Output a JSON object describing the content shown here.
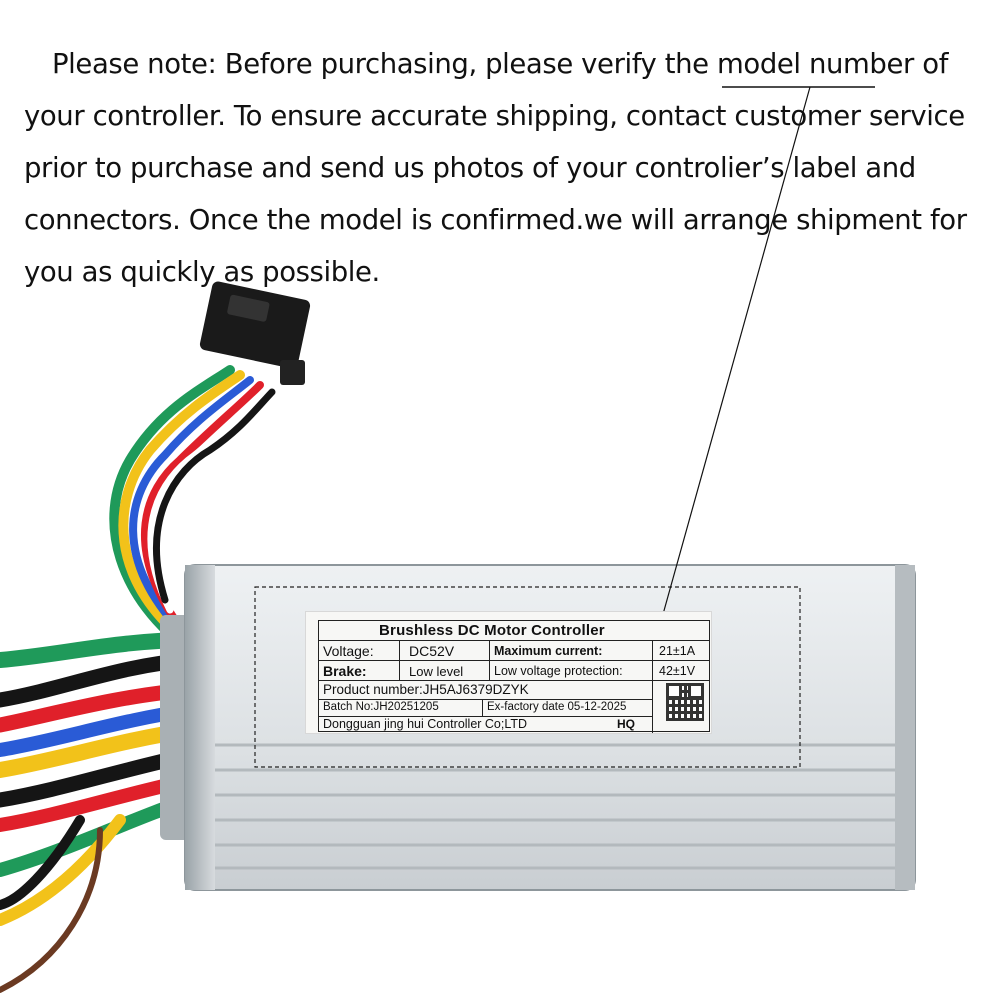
{
  "note": {
    "before": "Please note: Before purchasing, please verify the ",
    "highlight": "model number",
    "after": " of your controller. To ensure accurate shipping, contact customer service prior to purchase and send us photos of your controlier’s label and connectors. Once the model is confirmed.we will arrange shipment for you as quickly as possible."
  },
  "label": {
    "title": "Brushless DC Motor Controller",
    "voltage_key": "Voltage:",
    "voltage_val": "DC52V",
    "max_current_key": "Maximum current:",
    "max_current_val": "21±1A",
    "brake_key": "Brake:",
    "brake_val": "Low level",
    "low_voltage_key": "Low voltage protection:",
    "low_voltage_val": "42±1V",
    "product_number": "Product number:JH5AJ6379DZYK",
    "batch": "Batch No:JH20251205",
    "factory_date": "Ex-factory date 05-12-2025",
    "company": "Dongguan jing hui Controller Co;LTD",
    "hq": "HQ"
  },
  "colors": {
    "housing": "#d9dde0",
    "wire_red": "#e0202a",
    "wire_yellow": "#f2c21a",
    "wire_green": "#1f9a5a",
    "wire_blue": "#2a5bd6",
    "wire_black": "#151515",
    "wire_brown": "#6b3a22"
  }
}
